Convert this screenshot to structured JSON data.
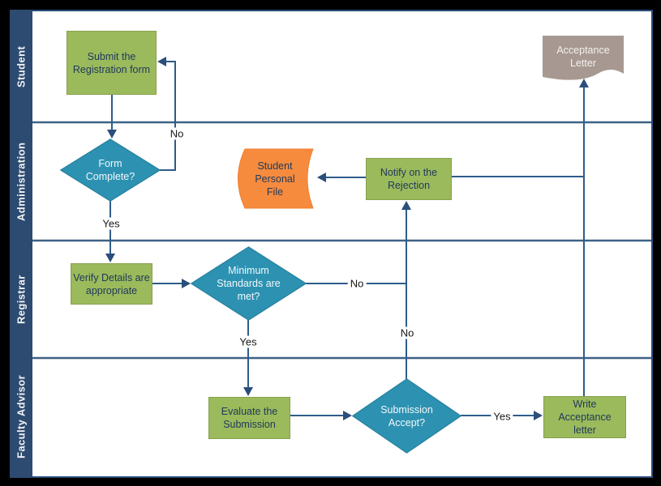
{
  "lanes": [
    {
      "label": "Student"
    },
    {
      "label": "Administration"
    },
    {
      "label": "Registrar"
    },
    {
      "label": "Faculty Advisor"
    }
  ],
  "nodes": {
    "submit": {
      "type": "process",
      "label": "Submit the Registration form"
    },
    "form_complete": {
      "type": "decision",
      "label": "Form Complete?"
    },
    "student_file": {
      "type": "stored-data",
      "label": "Student Personal File"
    },
    "notify_rejection": {
      "type": "process",
      "label": "Notify on the Rejection"
    },
    "verify_details": {
      "type": "process",
      "label": "Verify Details are appropriate"
    },
    "min_standards": {
      "type": "decision",
      "label": "Minimum Standards are met?"
    },
    "evaluate": {
      "type": "process",
      "label": "Evaluate the Submission"
    },
    "submission_accept": {
      "type": "decision",
      "label": "Submission Accept?"
    },
    "write_letter": {
      "type": "process",
      "label": "Write Acceptance letter"
    },
    "acceptance_letter": {
      "type": "document",
      "label": "Acceptance Letter"
    }
  },
  "edge_labels": {
    "form_no": "No",
    "form_yes": "Yes",
    "min_no": "No",
    "min_yes": "Yes",
    "submission_no": "No",
    "submission_yes": "Yes"
  },
  "colors": {
    "process_fill": "#9bba5c",
    "process_border": "#86a04c",
    "decision_fill": "#2d92b2",
    "decision_border": "#2a84a2",
    "stored_data_fill": "#f68b3d",
    "stored_data_border": "#ef7f2e",
    "document_fill": "#a79991",
    "lane_header_bg": "#2d4b70",
    "lane_line": "#3d6186",
    "frame_border": "#2b4e7b",
    "connector": "#2e5c8a",
    "arrowhead": "#2b4e7b"
  }
}
